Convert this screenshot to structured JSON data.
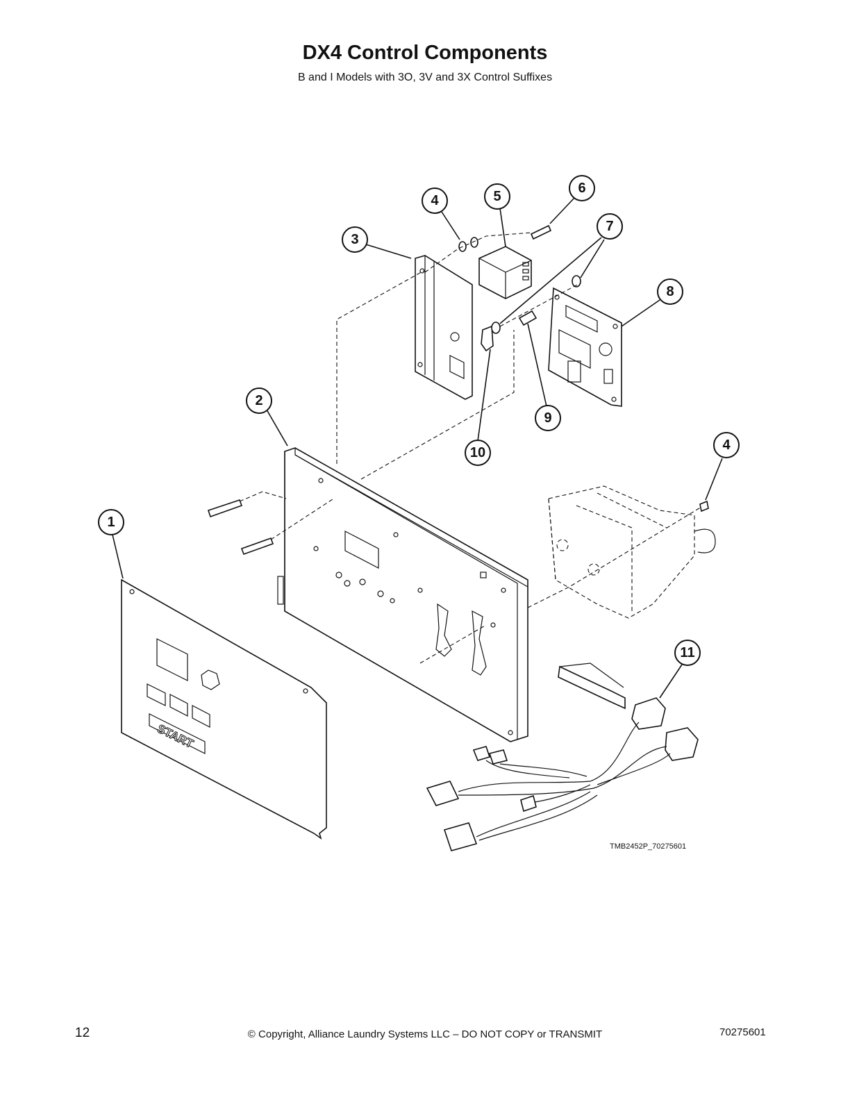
{
  "header": {
    "title": "DX4 Control Components",
    "subtitle": "B and I Models with 3O, 3V and 3X Control Suffixes"
  },
  "diagram": {
    "figure_code": "TMB2452P_70275601",
    "panel_label": "START",
    "callouts": [
      "1",
      "2",
      "3",
      "4",
      "5",
      "6",
      "7",
      "8",
      "9",
      "10",
      "4",
      "11"
    ]
  },
  "footer": {
    "page_number": "12",
    "copyright": "© Copyright, Alliance Laundry Systems LLC – DO NOT COPY or TRANSMIT",
    "document_number": "70275601"
  }
}
